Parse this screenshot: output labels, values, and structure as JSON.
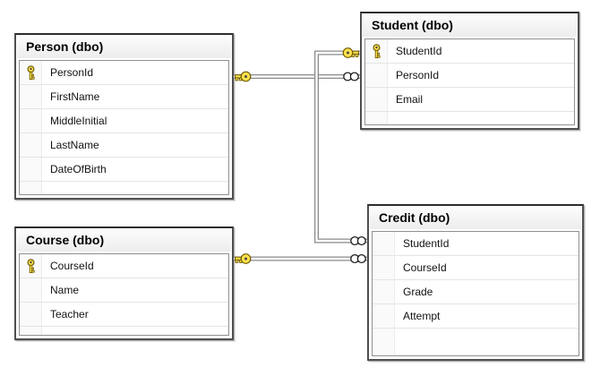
{
  "diagram": {
    "kind": "database-diagram",
    "tables": [
      {
        "id": "person",
        "title": "Person (dbo)",
        "columns": [
          {
            "name": "PersonId",
            "pk": true
          },
          {
            "name": "FirstName",
            "pk": false
          },
          {
            "name": "MiddleInitial",
            "pk": false
          },
          {
            "name": "LastName",
            "pk": false
          },
          {
            "name": "DateOfBirth",
            "pk": false
          }
        ]
      },
      {
        "id": "student",
        "title": "Student (dbo)",
        "columns": [
          {
            "name": "StudentId",
            "pk": true
          },
          {
            "name": "PersonId",
            "pk": false
          },
          {
            "name": "Email",
            "pk": false
          }
        ]
      },
      {
        "id": "course",
        "title": "Course (dbo)",
        "columns": [
          {
            "name": "CourseId",
            "pk": true
          },
          {
            "name": "Name",
            "pk": false
          },
          {
            "name": "Teacher",
            "pk": false
          }
        ]
      },
      {
        "id": "credit",
        "title": "Credit (dbo)",
        "columns": [
          {
            "name": "StudentId",
            "pk": false
          },
          {
            "name": "CourseId",
            "pk": false
          },
          {
            "name": "Grade",
            "pk": false
          },
          {
            "name": "Attempt",
            "pk": false
          }
        ]
      }
    ],
    "relationships": [
      {
        "one_side": "Person.PersonId",
        "many_side": "Student.PersonId",
        "one_marker": "key-icon",
        "many_marker": "infinity-icon"
      },
      {
        "one_side": "Student.StudentId",
        "many_side": "Credit.StudentId",
        "one_marker": "key-icon",
        "many_marker": "infinity-icon"
      },
      {
        "one_side": "Course.CourseId",
        "many_side": "Credit.CourseId",
        "one_marker": "key-icon",
        "many_marker": "infinity-icon"
      }
    ],
    "icons": {
      "primary_key": "key-icon",
      "one_end": "key-icon",
      "many_end": "infinity-icon"
    },
    "colors": {
      "background": "#ffffff",
      "table_border": "#4f4f4f",
      "table_header_bg": "#efefef",
      "grid_line": "#e4e4e4",
      "connector": "#8a8a8a",
      "key_fill": "#ffe14d",
      "key_outline": "#6e5c00",
      "text": "#000000"
    }
  }
}
